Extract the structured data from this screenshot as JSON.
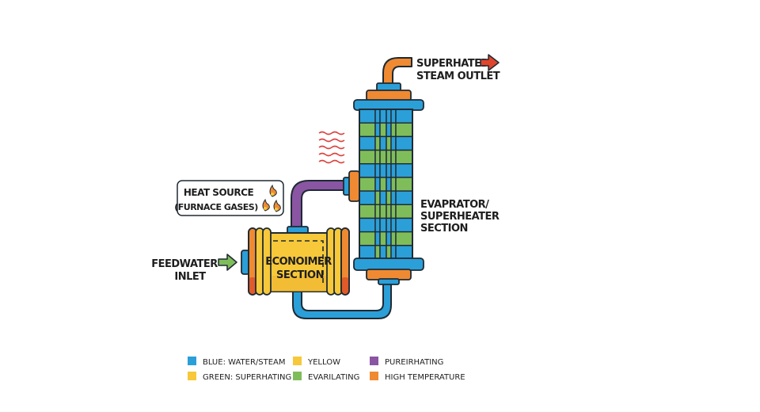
{
  "title": "Heat Recovery Steam Generator Flow Diagram",
  "labels": {
    "outlet": [
      "SUPERHATED",
      "STEAM OUTLET"
    ],
    "heat_source": [
      "HEAT SOURCE",
      "(FURNACE GASES)"
    ],
    "evaporator": [
      "EVAPRATOR/",
      "SUPERHEATER",
      "SECTION"
    ],
    "economizer": [
      "ECONOIMER",
      "SECTION"
    ],
    "feedwater": [
      "FEEDWATER",
      "INLET"
    ]
  },
  "colors": {
    "blue": "#2b9fd8",
    "green": "#7fbd5a",
    "yellow": "#f6c83a",
    "purple": "#8a55a3",
    "orange": "#ef8a32",
    "red": "#e0452c",
    "outline": "#1f2a33",
    "heat_wave": "#d9453f"
  },
  "legend": [
    {
      "color": "#2b9fd8",
      "label": "BLUE: WATER/STEAM"
    },
    {
      "color": "#f6c83a",
      "label": "YELLOW"
    },
    {
      "color": "#8a55a3",
      "label": "PUREIRHATING"
    },
    {
      "color": "#f6c83a",
      "label": "GREEN: SUPERHATING"
    },
    {
      "color": "#7fbd5a",
      "label": "EVARILATING"
    },
    {
      "color": "#ef8a32",
      "label": "HIGH TEMPERATURE"
    }
  ],
  "icons": {
    "outlet_arrow": "arrow-right-icon",
    "inlet_arrow": "arrow-right-icon",
    "flames": "flame-icon",
    "heat_waves": "heat-wave-icon"
  }
}
